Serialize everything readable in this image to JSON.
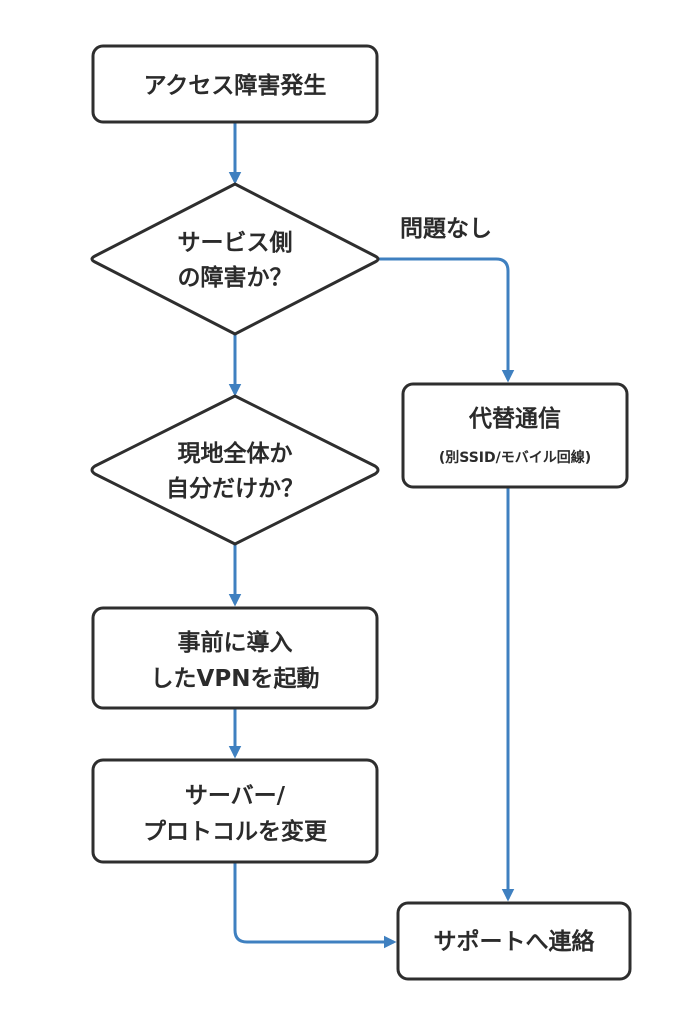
{
  "nodes": {
    "start": {
      "lines": [
        "アクセス障害発生"
      ]
    },
    "service_check": {
      "lines": [
        "サービス側",
        "の障害か？"
      ]
    },
    "local_check": {
      "lines": [
        "現地全体か",
        "自分だけか？"
      ]
    },
    "vpn": {
      "lines": [
        "事前に導入",
        "したVPNを起動"
      ]
    },
    "change_server": {
      "lines": [
        "サーバー/",
        "プロトコルを変更"
      ]
    },
    "alt_comm": {
      "title": "代替通信",
      "subtitle": "(別SSID/モバイル回線)"
    },
    "support": {
      "lines": [
        "サポートへ連絡"
      ]
    }
  },
  "edge_labels": {
    "no_problem": "問題なし"
  },
  "colors": {
    "edge": "#3f80c0",
    "node_border": "#2e2e2e",
    "text": "#2b2b2b"
  }
}
